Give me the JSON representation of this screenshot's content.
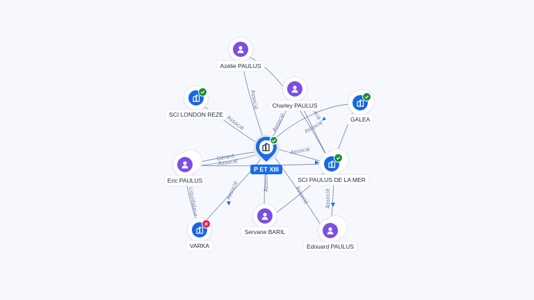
{
  "diagram": {
    "center": {
      "label": "P ET XIII",
      "icon": "building-icon",
      "status": "verified"
    },
    "nodes": [
      {
        "id": "azelie",
        "label": "Azélie PAULUS",
        "kind": "person",
        "icon": "person-icon"
      },
      {
        "id": "charley",
        "label": "Charley PAULUS",
        "kind": "person",
        "icon": "person-icon"
      },
      {
        "id": "london",
        "label": "SCI LONDON REZE",
        "kind": "company",
        "icon": "building-icon",
        "status": "verified"
      },
      {
        "id": "galea",
        "label": "GALEA",
        "kind": "company",
        "icon": "building-icon",
        "status": "verified"
      },
      {
        "id": "eric",
        "label": "Eric PAULUS",
        "kind": "person",
        "icon": "person-icon"
      },
      {
        "id": "sci_mer",
        "label": "SCI PAULUS DE LA MER",
        "kind": "company",
        "icon": "building-icon",
        "status": "verified"
      },
      {
        "id": "varka",
        "label": "VARKA",
        "kind": "company",
        "icon": "building-icon",
        "status": "closed"
      },
      {
        "id": "servane",
        "label": "Servane BARIL",
        "kind": "person",
        "icon": "person-icon"
      },
      {
        "id": "edouard",
        "label": "Edouard PAULUS",
        "kind": "person",
        "icon": "person-icon"
      }
    ],
    "edges": [
      {
        "id": "e1",
        "label": "Associé"
      },
      {
        "id": "e2",
        "label": "Associé"
      },
      {
        "id": "e3",
        "label": "Associé"
      },
      {
        "id": "e4",
        "label": "Associé"
      },
      {
        "id": "e5",
        "label": "Gérant"
      },
      {
        "id": "e6",
        "label": "Associé"
      },
      {
        "id": "e7",
        "label": "Associé"
      },
      {
        "id": "e8",
        "label": "Associé"
      },
      {
        "id": "e9",
        "label": "Associé"
      },
      {
        "id": "e10",
        "label": "Associé"
      },
      {
        "id": "e11",
        "label": "Liquidateur"
      },
      {
        "id": "e12",
        "label": "Associé"
      },
      {
        "id": "e13",
        "label": "Associé"
      }
    ]
  },
  "colors": {
    "person": "#7b4fe0",
    "company": "#1867e0",
    "verified": "#1e8e3e",
    "closed": "#e0245e",
    "edge": "#7d8cb0",
    "edge_label": "#6f78a8"
  }
}
